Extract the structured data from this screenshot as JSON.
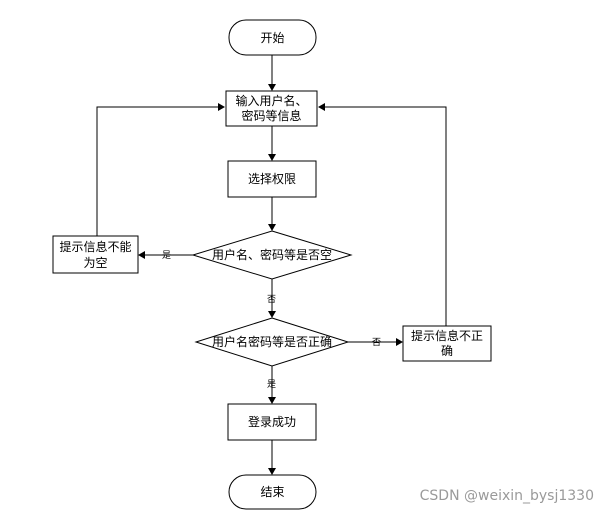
{
  "diagram": {
    "nodes": {
      "start": {
        "label": "开始"
      },
      "input": {
        "line1": "输入用户名、",
        "line2": "密码等信息"
      },
      "select_role": {
        "label": "选择权限"
      },
      "check_empty": {
        "label": "用户名、密码等是否空"
      },
      "empty_msg": {
        "line1": "提示信息不能",
        "line2": "为空"
      },
      "check_correct": {
        "label": "用户名密码等是否正确"
      },
      "incorrect_msg": {
        "line1": "提示信息不正",
        "line2": "确"
      },
      "login_success": {
        "label": "登录成功"
      },
      "end": {
        "label": "结束"
      }
    },
    "edges": {
      "empty_yes": "是",
      "empty_no": "否",
      "correct_no": "否",
      "correct_yes": "是"
    }
  },
  "watermark": "CSDN @weixin_bysj1330"
}
